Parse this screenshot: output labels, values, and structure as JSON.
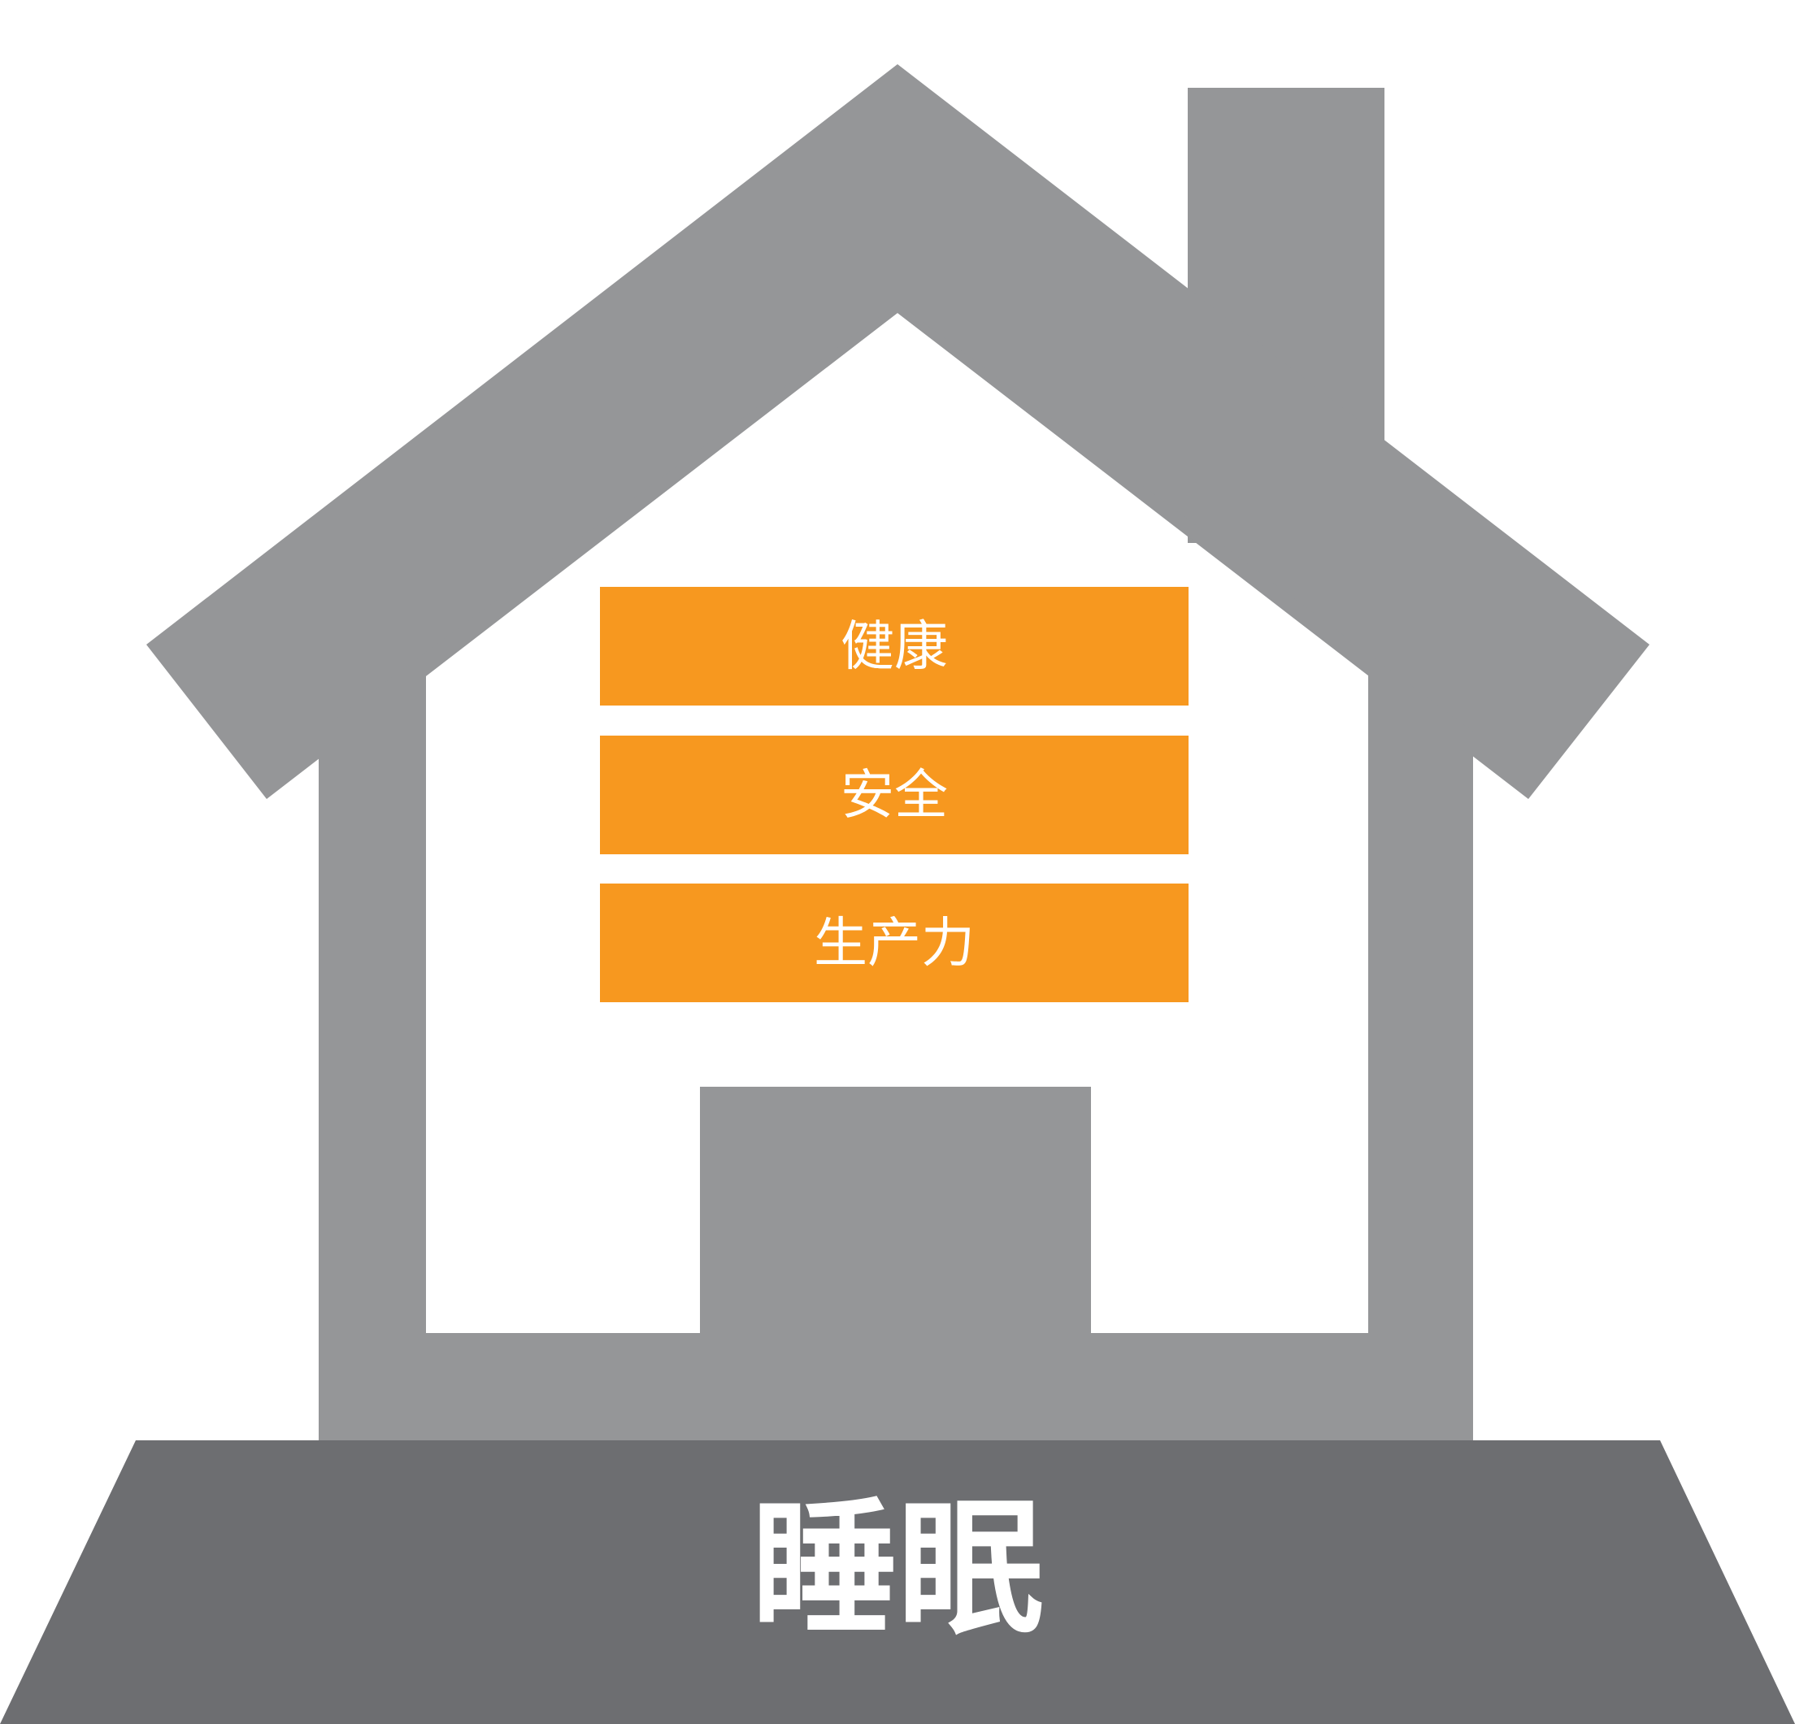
{
  "colors": {
    "house": "#959698",
    "foundation": "#6d6e71",
    "bar": "#f7981f",
    "text": "#ffffff",
    "background": "#ffffff"
  },
  "pillars": [
    {
      "label": "健康"
    },
    {
      "label": "安全"
    },
    {
      "label": "生产力"
    }
  ],
  "foundation": {
    "label": "睡眠"
  }
}
